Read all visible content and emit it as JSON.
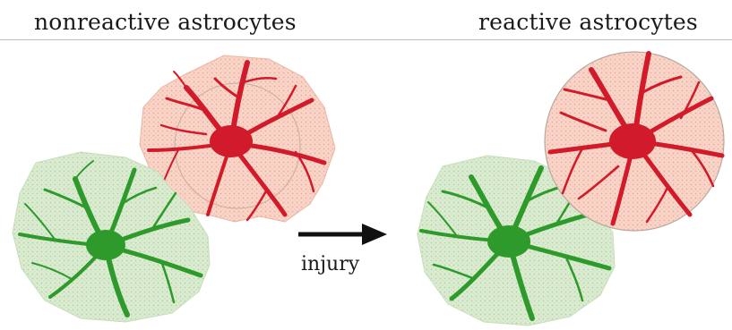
{
  "headers": {
    "left": "nonreactive astrocytes",
    "right": "reactive astrocytes"
  },
  "arrow": {
    "label": "injury"
  },
  "colors": {
    "green_process": "#2e9a2c",
    "green_domain": "#cfe6c3",
    "red_process": "#d11a2a",
    "red_domain": "#f6c8b8",
    "domain_outline": "#b8a8a0",
    "text": "#1a1a1a",
    "divider": "#bdbdbd"
  }
}
